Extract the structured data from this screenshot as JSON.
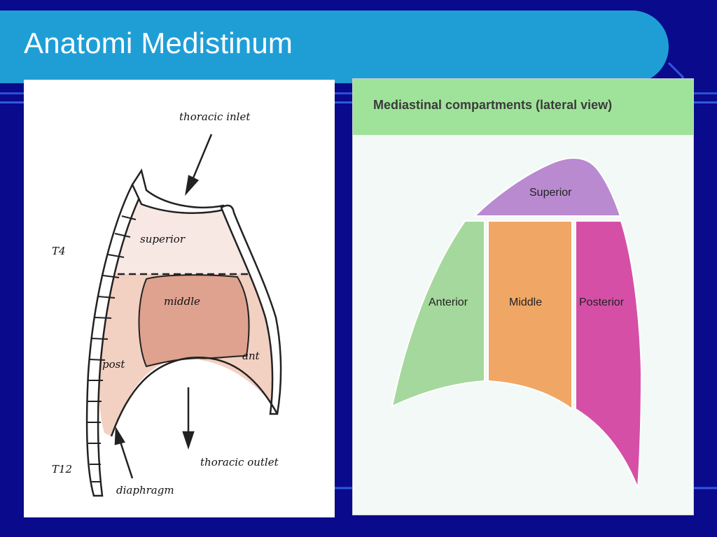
{
  "slide": {
    "title": "Anatomi Medistinum",
    "colors": {
      "background": "#0a0a8c",
      "title_bar": "#1f9ed6",
      "accent_line": "#2b4fd6"
    }
  },
  "left_diagram": {
    "labels": {
      "thoracic_inlet": "thoracic inlet",
      "superior": "superior",
      "t4": "T4",
      "middle": "middle",
      "post": "post",
      "ant": "ant",
      "t12": "T12",
      "thoracic_outlet": "thoracic outlet",
      "diaphragm": "diaphragm"
    },
    "colors": {
      "superior": "#f7e8e4",
      "posterior": "#f2d0c2",
      "middle": "#dea28f"
    }
  },
  "right_diagram": {
    "title": "Mediastinal compartments (lateral view)",
    "compartments": [
      {
        "name": "Superior",
        "color": "#b98ad0"
      },
      {
        "name": "Anterior",
        "color": "#a5d89c"
      },
      {
        "name": "Middle",
        "color": "#f0a766"
      },
      {
        "name": "Posterior",
        "color": "#d54fa7"
      }
    ]
  }
}
